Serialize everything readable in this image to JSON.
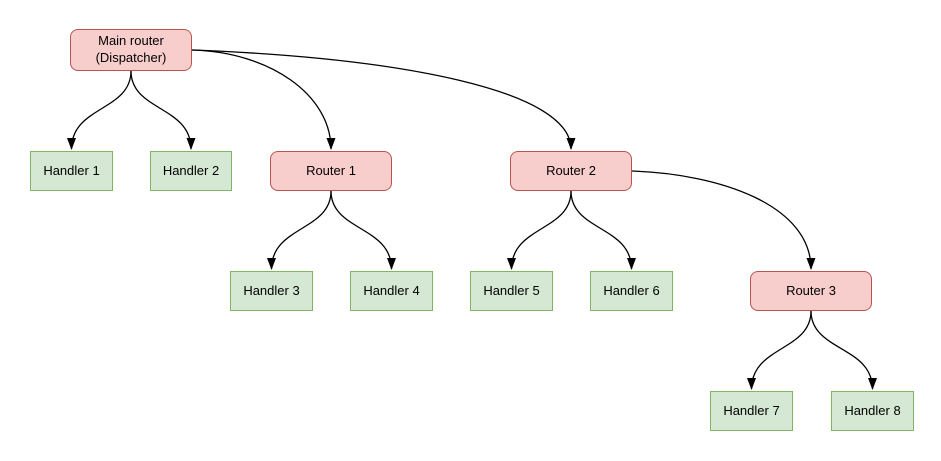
{
  "diagram": {
    "nodes": {
      "main_router": {
        "label": "Main router\n(Dispatcher)",
        "type": "router"
      },
      "handler1": {
        "label": "Handler 1",
        "type": "handler"
      },
      "handler2": {
        "label": "Handler 2",
        "type": "handler"
      },
      "router1": {
        "label": "Router 1",
        "type": "router"
      },
      "router2": {
        "label": "Router 2",
        "type": "router"
      },
      "handler3": {
        "label": "Handler 3",
        "type": "handler"
      },
      "handler4": {
        "label": "Handler 4",
        "type": "handler"
      },
      "handler5": {
        "label": "Handler 5",
        "type": "handler"
      },
      "handler6": {
        "label": "Handler 6",
        "type": "handler"
      },
      "router3": {
        "label": "Router 3",
        "type": "router"
      },
      "handler7": {
        "label": "Handler 7",
        "type": "handler"
      },
      "handler8": {
        "label": "Handler 8",
        "type": "handler"
      }
    },
    "edges": [
      {
        "from": "main_router",
        "to": "handler1"
      },
      {
        "from": "main_router",
        "to": "handler2"
      },
      {
        "from": "main_router",
        "to": "router1"
      },
      {
        "from": "main_router",
        "to": "router2"
      },
      {
        "from": "router1",
        "to": "handler3"
      },
      {
        "from": "router1",
        "to": "handler4"
      },
      {
        "from": "router2",
        "to": "handler5"
      },
      {
        "from": "router2",
        "to": "handler6"
      },
      {
        "from": "router2",
        "to": "router3"
      },
      {
        "from": "router3",
        "to": "handler7"
      },
      {
        "from": "router3",
        "to": "handler8"
      }
    ],
    "colors": {
      "router_fill": "#f8cecc",
      "router_border": "#b85450",
      "handler_fill": "#d5e8d4",
      "handler_border": "#82b366",
      "edge_color": "#000000",
      "text_color": "#000000",
      "background_color": "#ffffff"
    }
  }
}
